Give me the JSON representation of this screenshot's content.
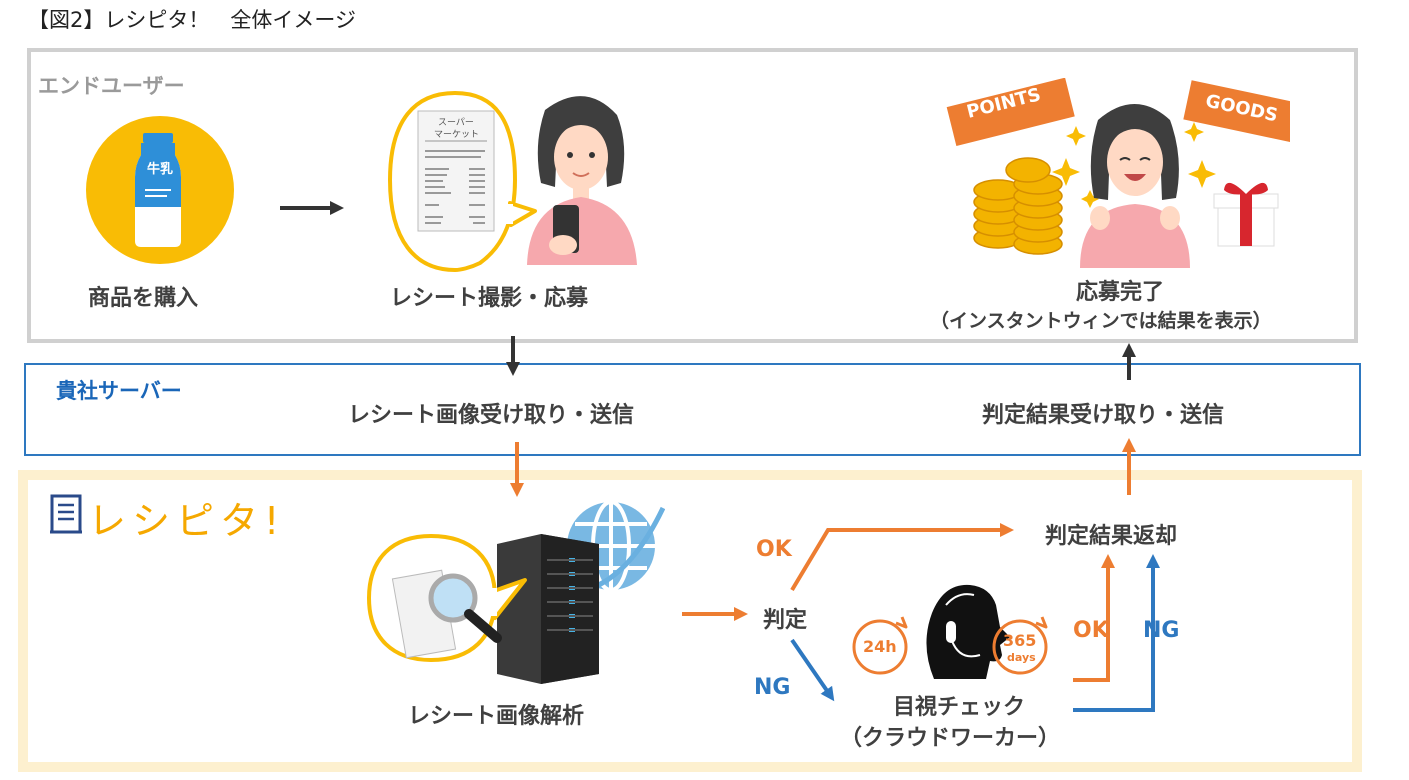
{
  "title": "【図2】レシピタ！　全体イメージ",
  "sections": {
    "end_user": "エンドユーザー",
    "server": "貴社サーバー",
    "recipita_logo": "レシピタ!"
  },
  "end_user": {
    "buy_label": "商品を購入",
    "milk_text": "牛乳",
    "shoot_label": "レシート撮影・応募",
    "receipt_store_line1": "スーパー",
    "receipt_store_line2": "マーケット",
    "complete_label": "応募完了",
    "complete_note": "（インスタントウィンでは結果を表示）",
    "badge_points": "POINTS",
    "badge_goods": "GOODS"
  },
  "server": {
    "receive_send": "レシート画像受け取り・送信",
    "result_receive_send": "判定結果受け取り・送信"
  },
  "recipita": {
    "analysis": "レシート画像解析",
    "judge": "判定",
    "ok": "OK",
    "ng": "NG",
    "return_result": "判定結果返却",
    "visual_check": "目視チェック",
    "crowd_worker": "（クラウドワーカー）",
    "badge_24h": "24h",
    "badge_365": "365",
    "badge_days": "days",
    "check_ok": "OK",
    "check_ng": "NG"
  },
  "colors": {
    "orange": "#ed7d31",
    "blue": "#2e78c0",
    "yellow": "#f9bc05",
    "gray_border": "#d0d0d0",
    "cream": "#fdf0cf",
    "dark": "#404040"
  }
}
